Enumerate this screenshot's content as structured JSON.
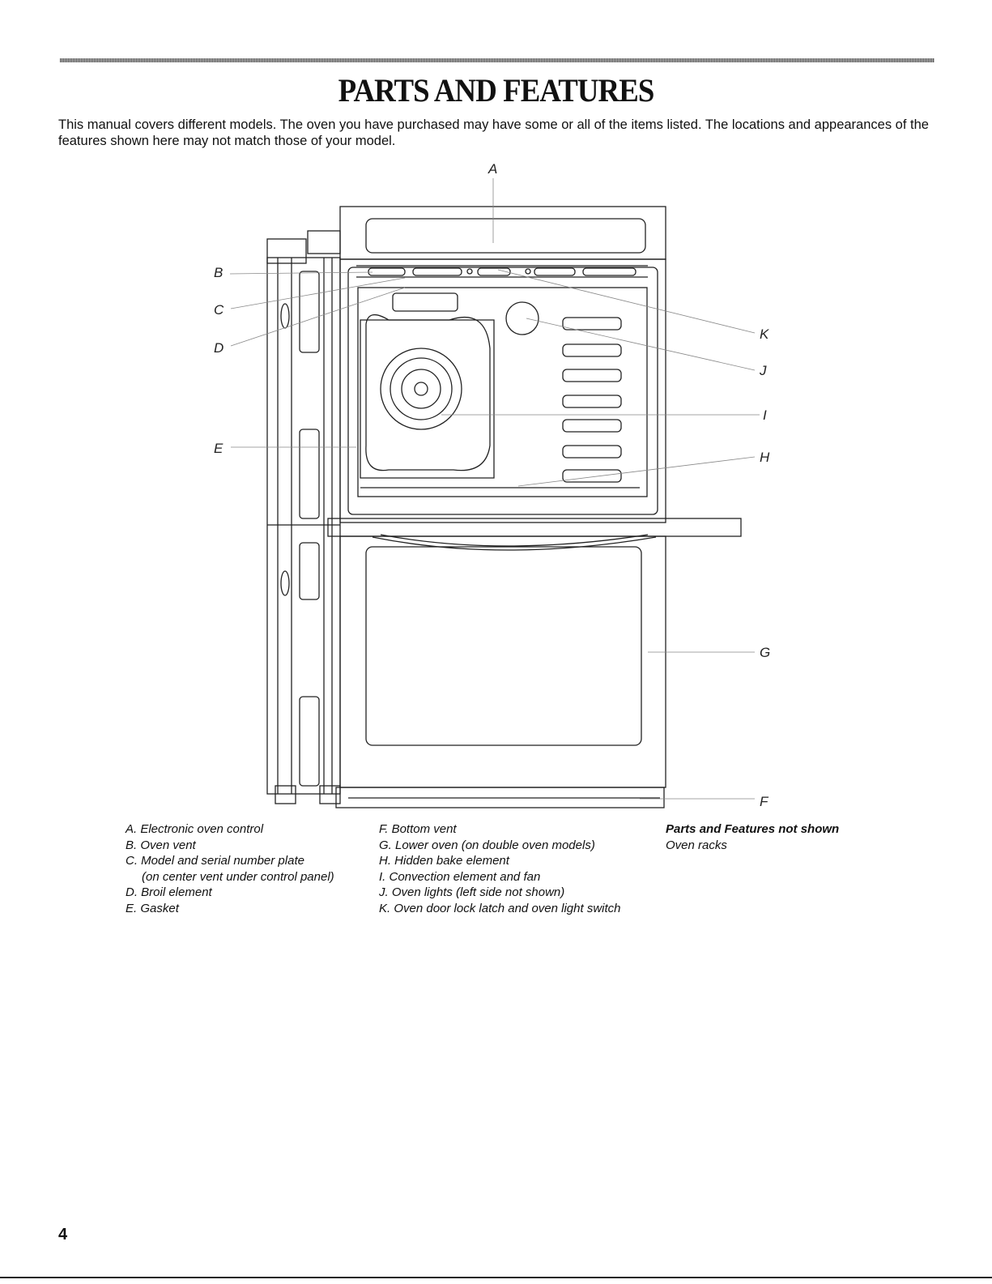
{
  "title": "PARTS AND FEATURES",
  "intro": "This manual covers different models. The oven you have purchased may have some or all of the items listed. The locations and appearances of the features shown here may not match those of your model.",
  "callouts": {
    "a": "A",
    "b": "B",
    "c": "C",
    "d": "D",
    "e": "E",
    "f": "F",
    "g": "G",
    "h": "H",
    "i": "I",
    "j": "J",
    "k": "K"
  },
  "legend": {
    "col1": [
      "A. Electronic oven control",
      "B. Oven vent",
      "C. Model and serial number plate",
      "(on center vent under control panel)",
      "D. Broil element",
      "E. Gasket"
    ],
    "col2": [
      "F. Bottom vent",
      "G. Lower oven (on double oven models)",
      "H. Hidden bake element",
      "I. Convection element and fan",
      "J. Oven lights (left side not shown)",
      "K. Oven door lock latch and oven light switch"
    ],
    "not_shown_title": "Parts and Features not shown",
    "not_shown_items": [
      "Oven racks"
    ]
  },
  "page_number": "4"
}
